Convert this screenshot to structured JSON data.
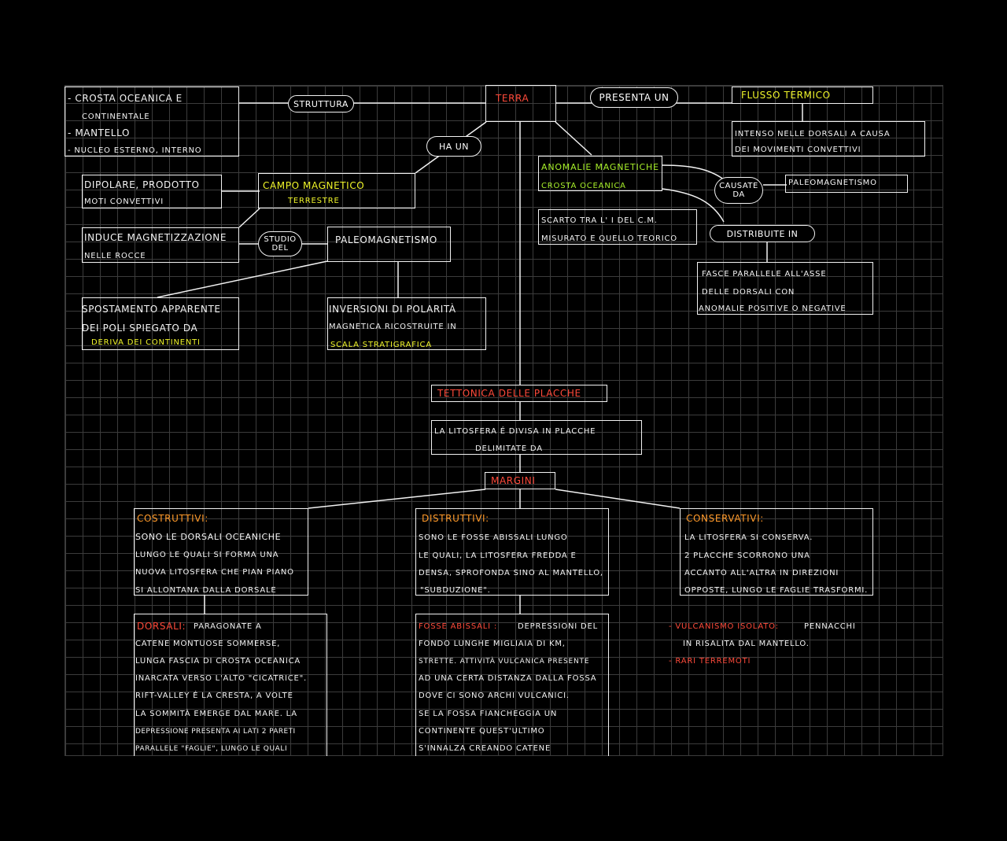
{
  "colors": {
    "accent_red": "#ff4a3a",
    "accent_green": "#a8f02a",
    "accent_yellow": "#f0f52a",
    "accent_orange": "#ff9a2a",
    "ink": "#f4f4f4",
    "grid": "#3c3c3c"
  },
  "nodes": {
    "terra": "Terra",
    "struttura_box": [
      "- Crosta oceanica e",
      "continentale",
      "- Mantello",
      "- Nucleo Esterno, Interno"
    ],
    "struttura_link": "Struttura",
    "presenta_link": "Presenta un",
    "flusso_title": "Flusso Termico",
    "flusso_box": [
      "Intenso nelle dorsali a causa",
      "dei movimenti convettivi"
    ],
    "ha_un_link": "Ha un",
    "campo_title": [
      "Campo Magnetico",
      "Terrestre"
    ],
    "dipolare_box": [
      "Dipolare, prodotto",
      "moti convettivi"
    ],
    "induce_box": [
      "Induce magnetizzazione",
      "nelle rocce"
    ],
    "studio_link": [
      "Studio",
      "del"
    ],
    "paleo_box": "Paleomagnetismo",
    "spostamento_box": [
      "Spostamento Apparente",
      "dei Poli spiegato da"
    ],
    "spostamento_hl": "Deriva dei continenti",
    "inversioni_box": [
      "Inversioni di Polarità",
      "Magnetica Ricostruite in"
    ],
    "inversioni_hl": "Scala stratigrafica",
    "anomalie_title": [
      "Anomalie magnetiche",
      "Crosta Oceanica"
    ],
    "causate_link": [
      "Causate",
      "da"
    ],
    "paleomag2_box": "Paleomagnetismo",
    "scarto_box": [
      "Scarto tra l' i del C.M.",
      "misurato e quello teorico"
    ],
    "distribuite_link": "Distribuite in",
    "fasce_box": [
      "Fasce parallele all'asse",
      "delle dorsali con",
      "anomalie positive o negative"
    ],
    "tettonica_title": "Tettonica delle placche",
    "litosfera_box": [
      "La litosfera é divisa in placche",
      "delimitate da"
    ],
    "margini_title": "Margini",
    "costruttivi_title": "Costruttivi:",
    "costruttivi_box": [
      "Sono le dorsali Oceaniche",
      "lungo le quali si forma una",
      "nuova litosfera che pian piano",
      "si allontana dalla dorsale"
    ],
    "distruttivi_title": "Distruttivi:",
    "distruttivi_box": [
      "sono le fosse abissali lungo",
      "le quali, la litosfera fredda e",
      "densa, sprofonda sino al mantello,",
      "\"subduzione\"."
    ],
    "conservativi_title": "Conservativi:",
    "conservativi_box": [
      "La litosfera si conserva.",
      "2 placche scorrono una",
      "accanto all'altra in direzioni",
      "opposte, lungo le faglie trasformi."
    ],
    "dorsali_title": "Dorsali:",
    "dorsali_box": [
      "paragonate a",
      "catene montuose sommerse,",
      "lunga fascia di crosta oceanica",
      "inarcata verso l'alto \"cicatrice\".",
      "Rift-valley é la cresta, a volte",
      "la sommità emerge dal mare. La",
      "depressione presenta ai lati 2 pareti",
      "parallele \"faglie\", lungo le quali"
    ],
    "fosse_title": "Fosse abissali :",
    "fosse_box": [
      "depressioni del",
      "fondo lunghe migliaia di Km,",
      "strette. Attività vulcanica presente",
      "ad una certa distanza dalla fossa",
      "dove ci sono archi vulcanici.",
      "Se la fossa fiancheggia un",
      "continente quest'ultimo",
      "s'innalza creando catene"
    ],
    "vulcanismo_title": "- Vulcanismo Isolato:",
    "vulcanismo_text": [
      "pennacchi",
      "in risalita dal mantello."
    ],
    "terremoti_title": "- Rari Terremoti"
  }
}
